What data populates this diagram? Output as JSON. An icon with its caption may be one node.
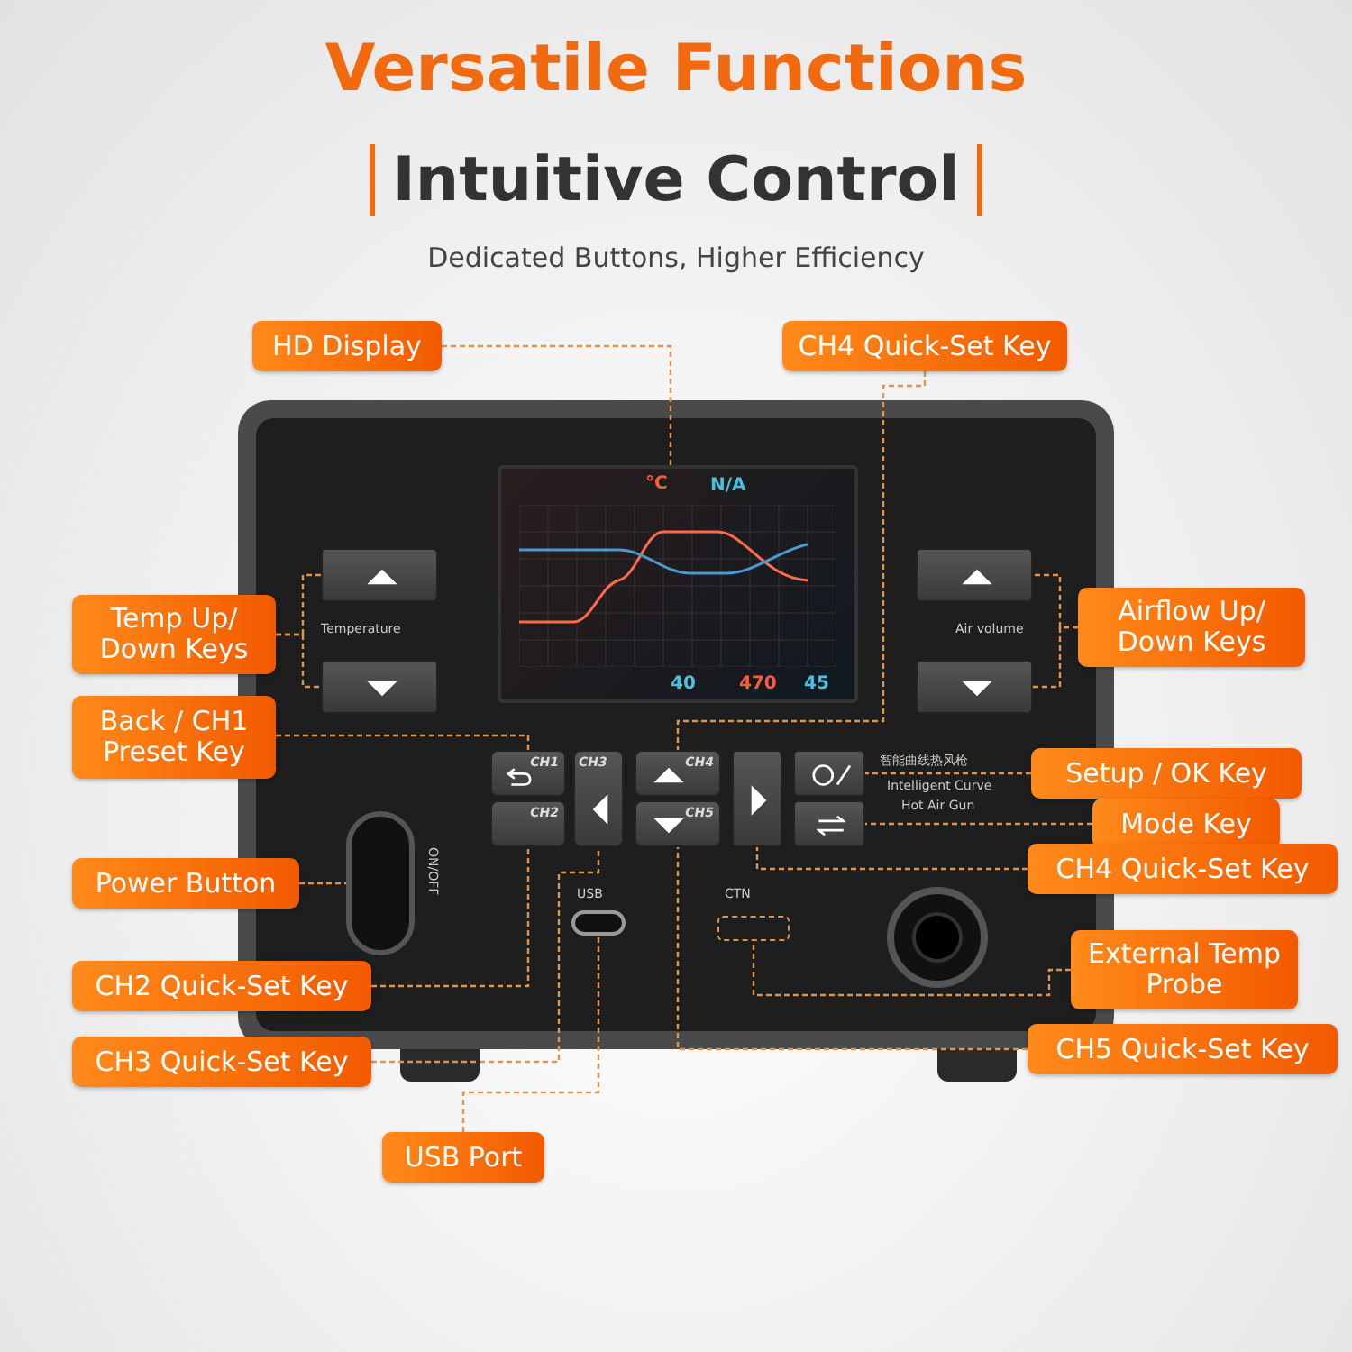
{
  "diagram": {
    "title": "Versatile Functions",
    "nodes": [
      {
        "text": [
          "HD Display"
        ]
      },
      {
        "text": [
          "CH4 Quick-Set Key"
        ]
      },
      {
        "text": [
          "Temp Up/ Down Keys"
        ]
      },
      {
        "text": [
          "Back / CH1 Preset Key"
        ]
      },
      {
        "text": [
          "Power Button"
        ]
      },
      {
        "text": [
          "CH2 Quick-Set Key"
        ]
      },
      {
        "text": [
          "CH3 Quick-Set Key"
        ]
      },
      {
        "text": [
          "USB Port"
        ]
      },
      {
        "text": [
          "Airflow Up/ Down Keys"
        ]
      },
      {
        "text": [
          "Setup / OK Key"
        ]
      },
      {
        "text": [
          "Mode Key"
        ]
      },
      {
        "text": [
          "CH4 Quick-Set Key"
        ]
      },
      {
        "text": [
          "External Temp Probe"
        ]
      },
      {
        "text": [
          "CH5 Quick-Set Key"
        ]
      },
      {
        "text": [],
        "shape": "box"
      },
      {
        "text": [],
        "shape": "box"
      },
      {
        "text": [],
        "shape": "box"
      },
      {
        "text": [],
        "shape": "box"
      },
      {
        "text": [],
        "shape": "box"
      },
      {
        "text": [
          "CH1"
        ]
      },
      {
        "text": [
          "CH2"
        ]
      },
      {
        "text": [
          "CH3"
        ]
      },
      {
        "text": [
          "CH4"
        ]
      },
      {
        "text": [
          "CH5"
        ]
      },
      {
        "text": [],
        "shape": "box"
      },
      {
        "text": [],
        "shape": "box"
      },
      {
        "text": [],
        "shape": "box"
      },
      {
        "text": [],
        "shape": "box"
      },
      {
        "text": [],
        "shape": "box"
      },
      {
        "text": [],
        "shape": "box"
      }
    ],
    "edges": [
      {
        "from": 0,
        "to": 14,
        "arrow": "none"
      },
      {
        "from": 1,
        "to": 22,
        "arrow": "none"
      },
      {
        "from": 2,
        "to": 15,
        "arrow": "none"
      },
      {
        "from": 2,
        "to": 16,
        "arrow": "none"
      },
      {
        "from": 3,
        "to": 19,
        "arrow": "none"
      },
      {
        "from": 4,
        "to": 27,
        "arrow": "none"
      },
      {
        "from": 5,
        "to": 20,
        "arrow": "none"
      },
      {
        "from": 6,
        "to": 21,
        "arrow": "none"
      },
      {
        "from": 7,
        "to": 28,
        "arrow": "none"
      },
      {
        "from": 8,
        "to": 17,
        "arrow": "none"
      },
      {
        "from": 8,
        "to": 18,
        "arrow": "none"
      },
      {
        "from": 9,
        "to": 25,
        "arrow": "none"
      },
      {
        "from": 10,
        "to": 26,
        "arrow": "none"
      },
      {
        "from": 11,
        "to": 24,
        "arrow": "none"
      },
      {
        "from": 12,
        "to": 29,
        "arrow": "none"
      },
      {
        "from": 13,
        "to": 23,
        "arrow": "none"
      }
    ],
    "labels": [
      "Intuitive Control",
      "Dedicated Buttons, Higher Efficiency",
      "°C",
      "N/A",
      "40",
      "470",
      "45",
      "Temperature",
      "Air volume",
      "ON/OFF",
      "USB",
      "CTN",
      "智能曲线热风枪",
      "Intelligent Curve",
      "Hot Air Gun"
    ]
  }
}
